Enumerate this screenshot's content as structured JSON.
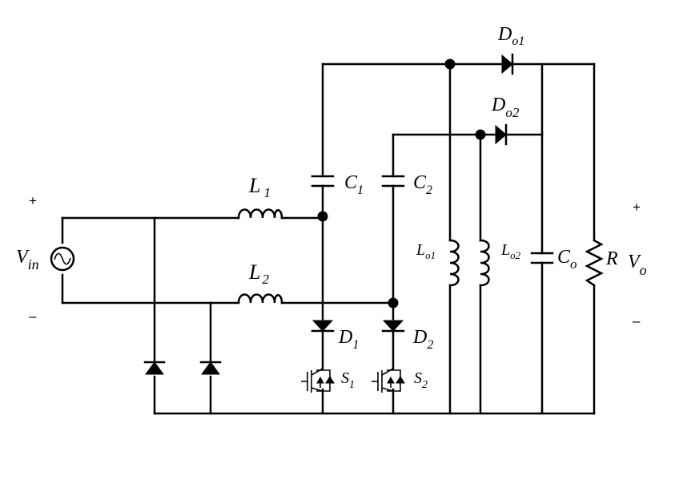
{
  "diagram": {
    "labels": {
      "vin": "V",
      "vin_sub": "in",
      "vin_plus": "+",
      "vin_minus": "–",
      "vo": "V",
      "vo_sub": "o",
      "vo_plus": "+",
      "vo_minus": "–",
      "l1": "L",
      "l1_sub": "1",
      "l2": "L",
      "l2_sub": "2",
      "c1": "C",
      "c1_sub": "1",
      "c2": "C",
      "c2_sub": "2",
      "d1": "D",
      "d1_sub": "1",
      "d2": "D",
      "d2_sub": "2",
      "s1": "S",
      "s1_sub": "1",
      "s2": "S",
      "s2_sub": "2",
      "do1": "D",
      "do1_sub": "o1",
      "do2": "D",
      "do2_sub": "o2",
      "lo1": "L",
      "lo1_sub": "o1",
      "lo2": "L",
      "lo2_sub": "o2",
      "co": "C",
      "co_sub": "o",
      "r": "R"
    }
  }
}
